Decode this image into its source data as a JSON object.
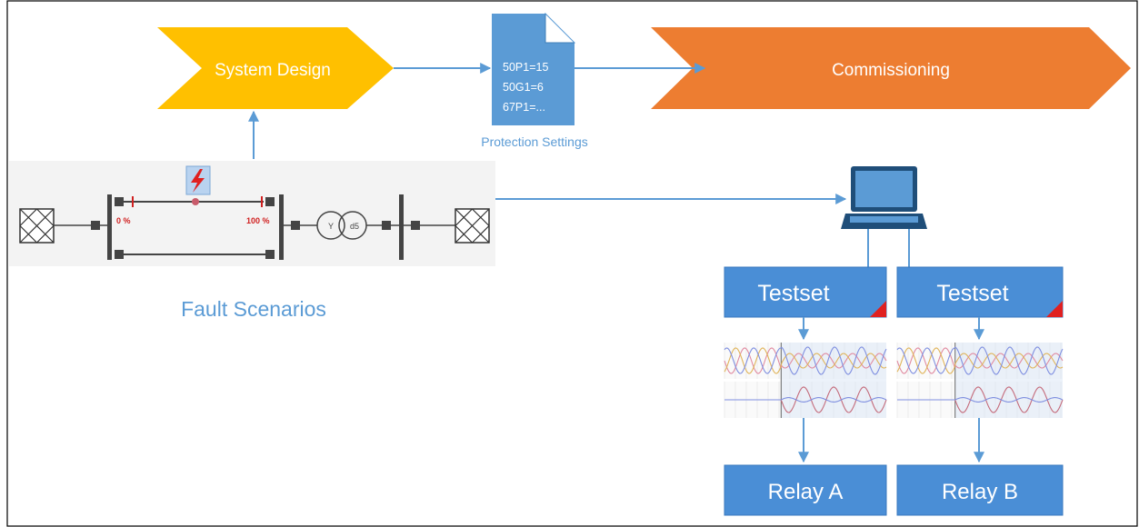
{
  "flow": {
    "system_design": "System Design",
    "commissioning": "Commissioning"
  },
  "settings_doc": {
    "lines": [
      "50P1=15",
      "50G1=6",
      "67P1=..."
    ],
    "caption": "Protection Settings"
  },
  "single_line": {
    "pct_start": "0 %",
    "pct_end": "100 %",
    "transformer_primary": "Y",
    "transformer_secondary": "d5"
  },
  "fault_caption": "Fault Scenarios",
  "testsets": [
    {
      "label": "Testset"
    },
    {
      "label": "Testset"
    }
  ],
  "relays": [
    {
      "label": "Relay A"
    },
    {
      "label": "Relay B"
    }
  ],
  "colors": {
    "system_design": "#FFC000",
    "commissioning": "#ED7D31",
    "accent_blue": "#5B9BD5",
    "box_blue": "#4A8ED6",
    "fault_red": "#E02020"
  }
}
